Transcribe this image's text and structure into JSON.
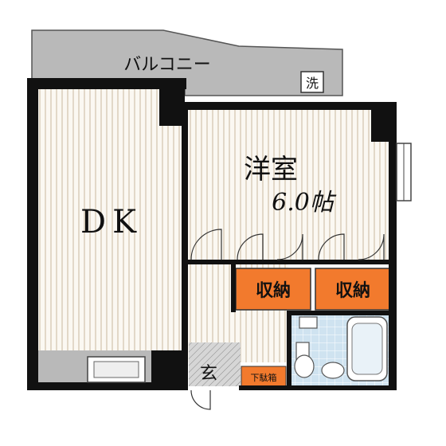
{
  "floor_plan": {
    "balcony_label": "バルコニー",
    "washer_label": "洗",
    "dk_label": "DK",
    "western_room_label": "洋室",
    "western_room_size": "6.0帖",
    "closet_label_1": "収納",
    "closet_label_2": "収納",
    "entrance_label": "玄",
    "shoe_storage_label": "下駄箱"
  },
  "colors": {
    "wall": "#111111",
    "floor_stripe": "#e2d8c8",
    "floor_base": "#fbf8f2",
    "balcony": "#b9b9b9",
    "closet": "#f27a2d",
    "bathroom": "#cfe3f0",
    "entry_floor": "#d6d6d6"
  }
}
